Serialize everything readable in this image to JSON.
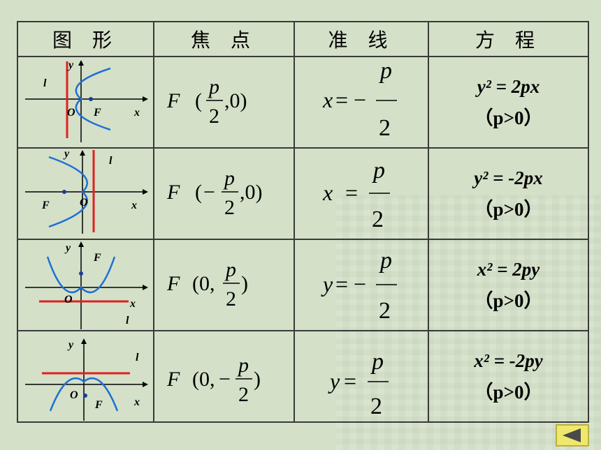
{
  "header": {
    "graph": "图 形",
    "focus": "焦 点",
    "directrix": "准 线",
    "equation": "方 程"
  },
  "labels": {
    "y": "y",
    "x": "x",
    "o": "O",
    "f": "F",
    "l": "l"
  },
  "rows": [
    {
      "eq": "y² = 2px",
      "cond": "（p>0）",
      "focus_parts": {
        "F": "F",
        "open": "(",
        "sign": "",
        "num": "p",
        "den": "2",
        "rest": ",0)"
      },
      "dir_parts": {
        "lhs": "x",
        "eq": "=",
        "sign": "−",
        "num": "p",
        "den": "2"
      }
    },
    {
      "eq": "y² = -2px",
      "cond": "（p>0）",
      "focus_parts": {
        "F": "F",
        "open": "(",
        "sign": "−",
        "num": "p",
        "den": "2",
        "rest": ",0)"
      },
      "dir_parts": {
        "lhs": "x",
        "eq": "=",
        "sign": "",
        "num": "p",
        "den": "2"
      }
    },
    {
      "eq": "x² = 2py",
      "cond": "（p>0）",
      "focus_parts": {
        "F": "F",
        "open": "(0,",
        "sign": "",
        "num": "p",
        "den": "2",
        "rest": ")"
      },
      "dir_parts": {
        "lhs": "y",
        "eq": "=",
        "sign": "−",
        "num": "p",
        "den": "2"
      }
    },
    {
      "eq": "x² = -2py",
      "cond": "（p>0）",
      "focus_parts": {
        "F": "F",
        "open": "(0,",
        "sign": "−",
        "num": "p",
        "den": "2",
        "rest": ")"
      },
      "dir_parts": {
        "lhs": "y",
        "eq": "=",
        "sign": "",
        "num": "p",
        "den": "2"
      }
    }
  ],
  "colors": {
    "curve": "#1f6fd6",
    "directrix": "#e02020",
    "axis": "#000000",
    "nav": "#f0e86c"
  },
  "icons": {
    "back": "back-arrow-icon"
  }
}
